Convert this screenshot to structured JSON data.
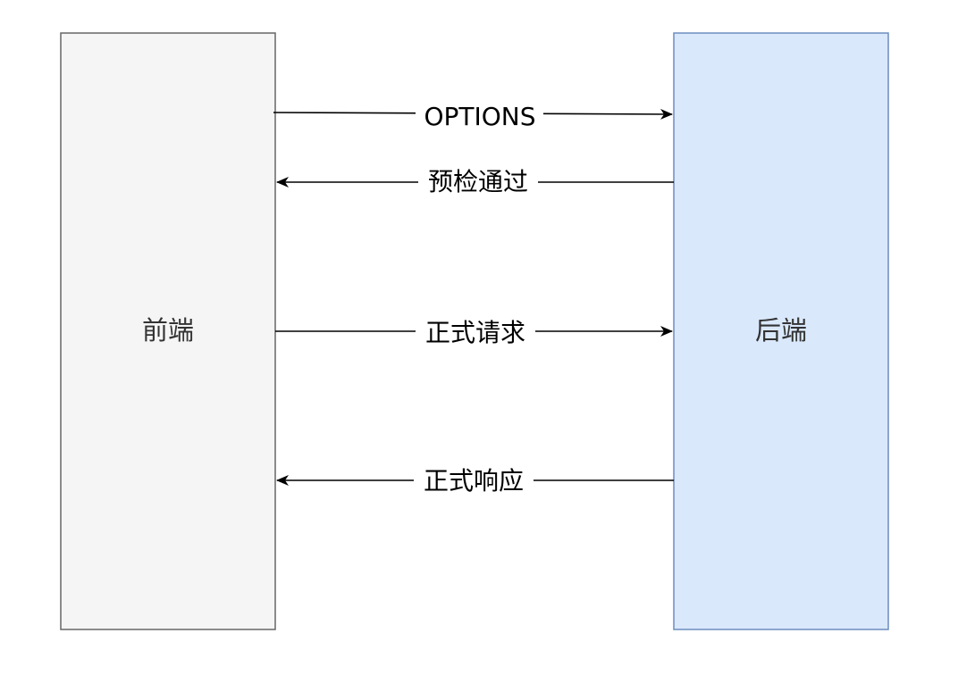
{
  "diagram": {
    "nodes": {
      "frontend": {
        "label": "前端",
        "fill": "#f5f5f5",
        "stroke": "#666666"
      },
      "backend": {
        "label": "后端",
        "fill": "#dae8fc",
        "stroke": "#6c8ebf"
      }
    },
    "edges": [
      {
        "id": "options-request",
        "label": "OPTIONS",
        "from": "frontend",
        "to": "backend"
      },
      {
        "id": "preflight-passed",
        "label": "预检通过",
        "from": "backend",
        "to": "frontend"
      },
      {
        "id": "formal-request",
        "label": "正式请求",
        "from": "frontend",
        "to": "backend"
      },
      {
        "id": "formal-response",
        "label": "正式响应",
        "from": "backend",
        "to": "frontend"
      }
    ],
    "edge_color": "#000000",
    "text_color": "#333333"
  }
}
